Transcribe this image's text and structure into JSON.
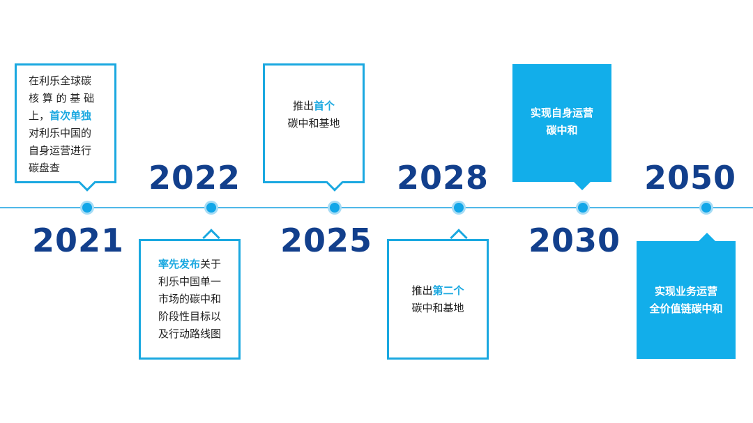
{
  "colors": {
    "year_text": "#123f8c",
    "accent": "#1aa8e0",
    "filled_box": "#12aeea",
    "timeline": "#4fb8e8",
    "body_text": "#222222"
  },
  "milestones": [
    {
      "year": "2021",
      "position": "top",
      "style": "outline",
      "lines": [
        {
          "pre": "在利乐全球碳",
          "hl": "",
          "post": ""
        },
        {
          "pre": "核 算 的 基 础",
          "hl": "",
          "post": ""
        },
        {
          "pre": "上，",
          "hl": "首次单独",
          "post": ""
        },
        {
          "pre": "对利乐中国的",
          "hl": "",
          "post": ""
        },
        {
          "pre": "自身运营进行",
          "hl": "",
          "post": ""
        },
        {
          "pre": "碳盘查",
          "hl": "",
          "post": ""
        }
      ]
    },
    {
      "year": "2022",
      "position": "bottom",
      "style": "outline",
      "lines": [
        {
          "pre": "",
          "hl": "率先发布",
          "post": "关于"
        },
        {
          "pre": "利乐中国单一",
          "hl": "",
          "post": ""
        },
        {
          "pre": "市场的碳中和",
          "hl": "",
          "post": ""
        },
        {
          "pre": "阶段性目标以",
          "hl": "",
          "post": ""
        },
        {
          "pre": "及行动路线图",
          "hl": "",
          "post": ""
        }
      ]
    },
    {
      "year": "2025",
      "position": "top",
      "style": "outline",
      "lines": [
        {
          "pre": "推出",
          "hl": "首个",
          "post": ""
        },
        {
          "pre": "碳中和基地",
          "hl": "",
          "post": ""
        }
      ]
    },
    {
      "year": "2028",
      "position": "bottom",
      "style": "outline",
      "lines": [
        {
          "pre": "推出",
          "hl": "第二个",
          "post": ""
        },
        {
          "pre": "碳中和基地",
          "hl": "",
          "post": ""
        }
      ]
    },
    {
      "year": "2030",
      "position": "top",
      "style": "filled",
      "lines": [
        {
          "pre": "实现自身运营",
          "hl": "",
          "post": ""
        },
        {
          "pre": "碳中和",
          "hl": "",
          "post": ""
        }
      ]
    },
    {
      "year": "2050",
      "position": "bottom",
      "style": "filled",
      "lines": [
        {
          "pre": "实现业务运营",
          "hl": "",
          "post": ""
        },
        {
          "pre": "全价值链碳中和",
          "hl": "",
          "post": ""
        }
      ]
    }
  ]
}
